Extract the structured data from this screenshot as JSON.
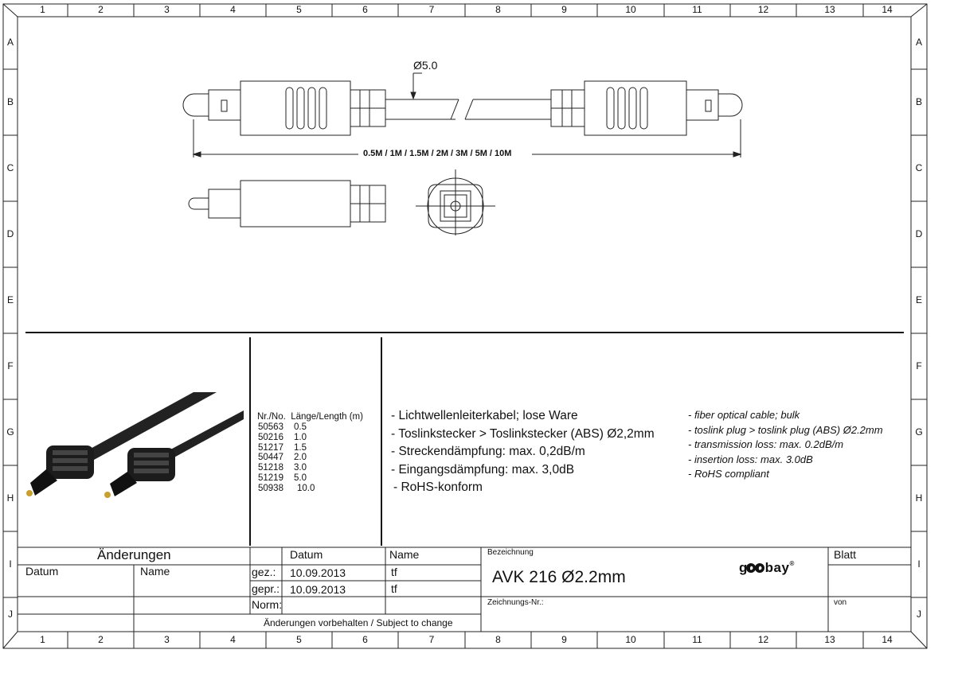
{
  "frame": {
    "columns": [
      "1",
      "2",
      "3",
      "4",
      "5",
      "6",
      "7",
      "8",
      "9",
      "10",
      "11",
      "12",
      "13",
      "14"
    ],
    "rows": [
      "A",
      "B",
      "C",
      "D",
      "E",
      "F",
      "G",
      "H",
      "I",
      "J"
    ]
  },
  "drawing": {
    "diameter_label": "Ø5.0",
    "length_label": "0.5M / 1M / 1.5M / 2M / 3M / 5M / 10M"
  },
  "lengths": {
    "header_no": "Nr./No.",
    "header_length": "Länge/Length (m)",
    "rows": [
      {
        "no": "50563",
        "len": "0.5"
      },
      {
        "no": "50216",
        "len": "1.0"
      },
      {
        "no": "51217",
        "len": "1.5"
      },
      {
        "no": "50447",
        "len": "2.0"
      },
      {
        "no": "51218",
        "len": "3.0"
      },
      {
        "no": "51219",
        "len": "5.0"
      },
      {
        "no": "50938",
        "len": "10.0"
      }
    ]
  },
  "spec_de": [
    "- Lichtwellenleiterkabel; lose Ware",
    "- Toslinkstecker > Toslinkstecker (ABS) Ø2,2mm",
    "- Streckendämpfung: max. 0,2dB/m",
    "- Eingangsdämpfung: max. 3,0dB",
    "- RoHS-konform"
  ],
  "spec_en": [
    "- fiber optical cable; bulk",
    "- toslink plug > toslink plug (ABS) Ø2.2mm",
    "- transmission loss: max. 0.2dB/m",
    "- insertion loss: max. 3.0dB",
    "- RoHS compliant"
  ],
  "title_block": {
    "changes": "Änderungen",
    "datum": "Datum",
    "name": "Name",
    "gez": "gez.:",
    "gepr": "gepr.:",
    "norm": "Norm:",
    "gez_date": "10.09.2013",
    "gez_name": "tf",
    "gepr_date": "10.09.2013",
    "gepr_name": "tf",
    "notice": "Änderungen vorbehalten / Subject to change",
    "bezeichnung_label": "Bezeichnung",
    "bezeichnung": "AVK 216 Ø2.2mm",
    "zeichnungs_nr_label": "Zeichnungs-Nr.:",
    "blatt": "Blatt",
    "von": "von",
    "logo": "goobay"
  }
}
